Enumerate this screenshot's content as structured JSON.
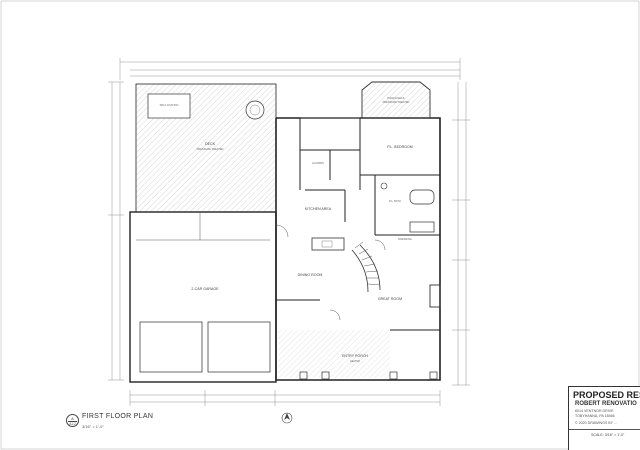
{
  "drawing": {
    "plan_title": "FIRST FLOOR PLAN",
    "plan_scale": "3/16\" = 1'-0\"",
    "detail_number": "A",
    "detail_sheet": "A1.2"
  },
  "rooms": {
    "deck": "DECK",
    "deck_sub": "PRESSURE TREATED",
    "spa": "SPA LOCATION",
    "garage": "2-CAR GARAGE",
    "kitchen": "KITCHEN AREA",
    "dining": "DINING ROOM",
    "great_room": "GREAT ROOM",
    "bedroom": "P.L. BEDROOM",
    "bath": "P.L. BATH",
    "laundry": "LAUNDRY",
    "porch_deck": "PORCH DECK",
    "porch_deck_sub": "PRESSURE TREATED",
    "entry_porch": "ENTRY PORCH",
    "entry_porch_sub": "HEATED",
    "dressing": "DRESSING"
  },
  "title_block": {
    "project": "PROPOSED RES",
    "client": "ROBERT RENOVATIO",
    "address_line1": "6014 VENTNOR DRIVE",
    "address_line2": "TOBYHANNA, PA 18466",
    "copyright": "© 2020 DRAWINGS BY ...",
    "scale": "SCALE: 3/16\" = 1'-0\""
  }
}
